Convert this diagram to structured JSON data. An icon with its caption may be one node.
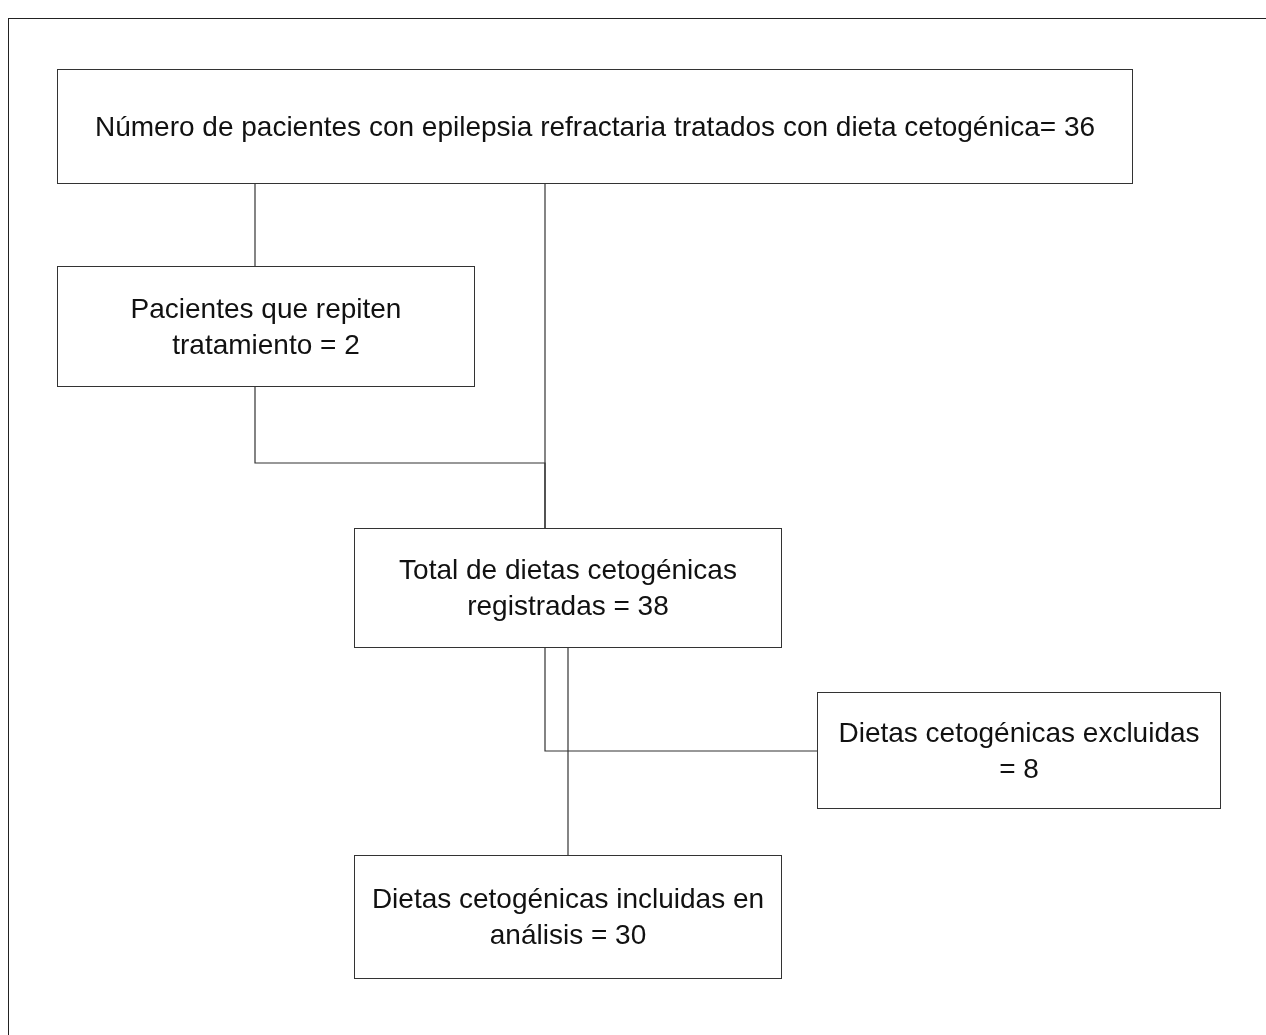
{
  "diagram": {
    "nodes": [
      {
        "text": [
          "Número de pacientes con epilepsia refractaria tratados con dieta cetogénica= 36"
        ]
      },
      {
        "text": [
          "Pacientes que repiten tratamiento = 2"
        ]
      },
      {
        "text": [
          "Total de dietas cetogénicas registradas = 38"
        ]
      },
      {
        "text": [
          "Dietas cetogénicas excluidas = 8"
        ]
      },
      {
        "text": [
          "Dietas cetogénicas incluidas en análisis = 30"
        ]
      }
    ],
    "edges": [
      {
        "from": 0,
        "to": 1,
        "arrow": "none"
      },
      {
        "from": 0,
        "to": 2,
        "arrow": "none"
      },
      {
        "from": 1,
        "to": 2,
        "arrow": "none"
      },
      {
        "from": 2,
        "to": 3,
        "arrow": "none"
      },
      {
        "from": 2,
        "to": 4,
        "arrow": "none"
      }
    ]
  }
}
